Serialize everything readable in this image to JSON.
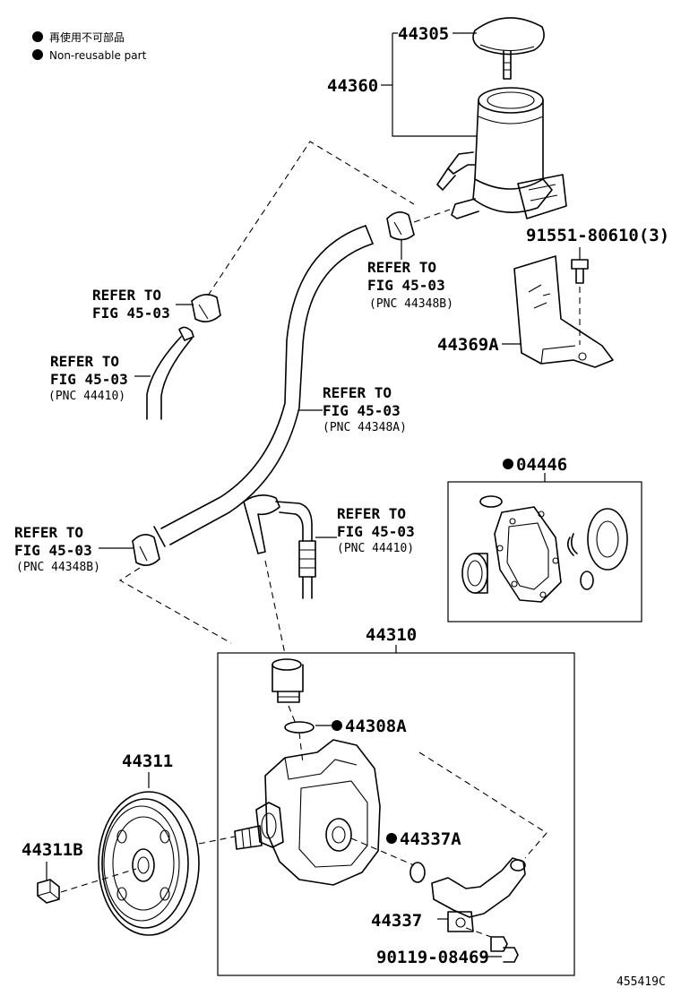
{
  "legend": {
    "jp": "再使用不可部品",
    "en": "Non-reusable part"
  },
  "labels": {
    "cap": "44305",
    "reservoir": "44360",
    "bolt_reservoir": "91551-80610(3)",
    "bracket": "44369A",
    "gasket_kit": "04446",
    "pump_assy": "44310",
    "oring_top": "44308A",
    "pulley": "44311",
    "nut": "44311B",
    "oring_side": "44337A",
    "union": "44337",
    "bolt_union": "90119-08469"
  },
  "refs": {
    "a": {
      "l1": "REFER TO",
      "l2": "FIG 45-03",
      "l3": ""
    },
    "b": {
      "l1": "REFER TO",
      "l2": "FIG 45-03",
      "l3": "(PNC 44348B)"
    },
    "c": {
      "l1": "REFER TO",
      "l2": "FIG 45-03",
      "l3": "(PNC 44410)"
    },
    "d": {
      "l1": "REFER TO",
      "l2": "FIG 45-03",
      "l3": "(PNC 44348A)"
    },
    "e": {
      "l1": "REFER TO",
      "l2": "FIG 45-03",
      "l3": "(PNC 44410)"
    },
    "f": {
      "l1": "REFER TO",
      "l2": "FIG 45-03",
      "l3": "(PNC 44348B)"
    }
  },
  "footer": {
    "code": "455419C"
  }
}
